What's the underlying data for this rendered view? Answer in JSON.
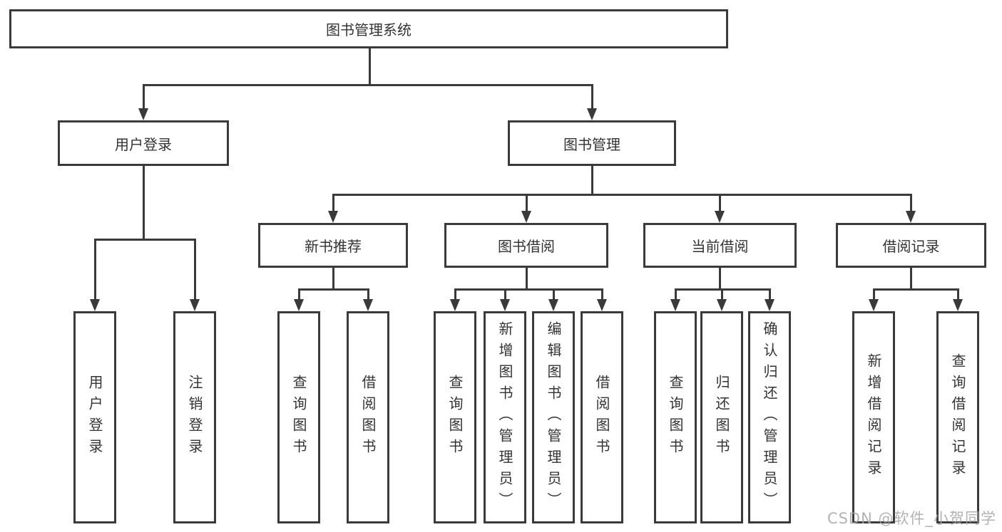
{
  "nodes": {
    "root": "图书管理系统",
    "user_login": "用户登录",
    "book_mgmt": "图书管理",
    "new_book_rec": "新书推荐",
    "book_borrow": "图书借阅",
    "current_borrow": "当前借阅",
    "borrow_records": "借阅记录",
    "leaf_user_login": "用户登录",
    "leaf_logout": "注销登录",
    "leaf_nbr_query": "查询图书",
    "leaf_nbr_borrow": "借阅图书",
    "leaf_bb_query": "查询图书",
    "leaf_bb_add": "新增图书（管理员）",
    "leaf_bb_edit": "编辑图书（管理员）",
    "leaf_bb_borrow": "借阅图书",
    "leaf_cb_query": "查询图书",
    "leaf_cb_return": "归还图书",
    "leaf_cb_confirm": "确认归还（管理员）",
    "leaf_br_add": "新增借阅记录",
    "leaf_br_query": "查询借阅记录"
  },
  "watermark": "CSDN @软件_小贺同学",
  "colors": {
    "line": "#3a3a3a",
    "text": "#333333",
    "watermark": "#a5a5a5"
  }
}
